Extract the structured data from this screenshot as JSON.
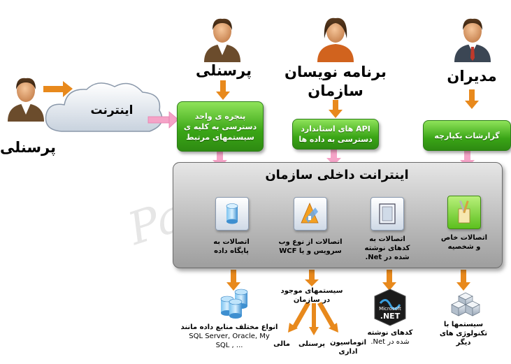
{
  "actors": {
    "personnel_left": "پرسنلی",
    "personnel_top": "پرسنلی",
    "programmers_line1": "برنامه نویسان",
    "programmers_line2": "سازمان",
    "managers": "مدیران"
  },
  "internet_cloud": "اینترنت",
  "green_boxes": {
    "portal": [
      "پنجره ی واحد",
      "دسترسی به کلیه ی",
      "سیستمهای مرتبط"
    ],
    "api": [
      "API های استاندارد",
      "دسترسی به داده ها"
    ],
    "reports": "گزارشات یکپارچه"
  },
  "intranet_title": "اینترانت داخلی سازمان",
  "services": {
    "database": [
      "اتصالات به",
      "پایگاه داده"
    ],
    "wcf": [
      "اتصالات از نوع وب",
      "سرویس و یا WCF"
    ],
    "dotnet": [
      "اتصالات به",
      "کدهای نوشته",
      "شده در Net."
    ],
    "custom": [
      "اتصالات خاص",
      "و شخصیه"
    ]
  },
  "bottom": {
    "db_sources": [
      "انواع مختلف منابع داده مانند",
      "SQL Server, Oracle, My",
      "SQL , ..."
    ],
    "existing_systems": [
      "سیستمهای موجود",
      "در سازمان"
    ],
    "sub_financial": "مالی",
    "sub_personnel": "پرسنلی",
    "sub_automation": [
      "اتوماسیون",
      "اداری"
    ],
    "dotnet_code": [
      "کدهای نوشته",
      "شده در Net."
    ],
    "dotnet_badge": [
      "Microsoft",
      ".NET"
    ],
    "other_tech": [
      "سیستمها با",
      "تکنولوژی های",
      "دیگر"
    ]
  },
  "watermark": "Parnian",
  "colors": {
    "arrow_orange": "#e8891c",
    "arrow_pink": "#f5a3c7",
    "green_box": "#3aa516",
    "panel_gray": "#bdbdbd"
  },
  "icons": [
    "person-icon",
    "cloud-icon",
    "database-icon",
    "wcf-icon",
    "dotnet-icon",
    "tools-icon",
    "cubes-icon",
    "dotnet-logo-icon"
  ]
}
